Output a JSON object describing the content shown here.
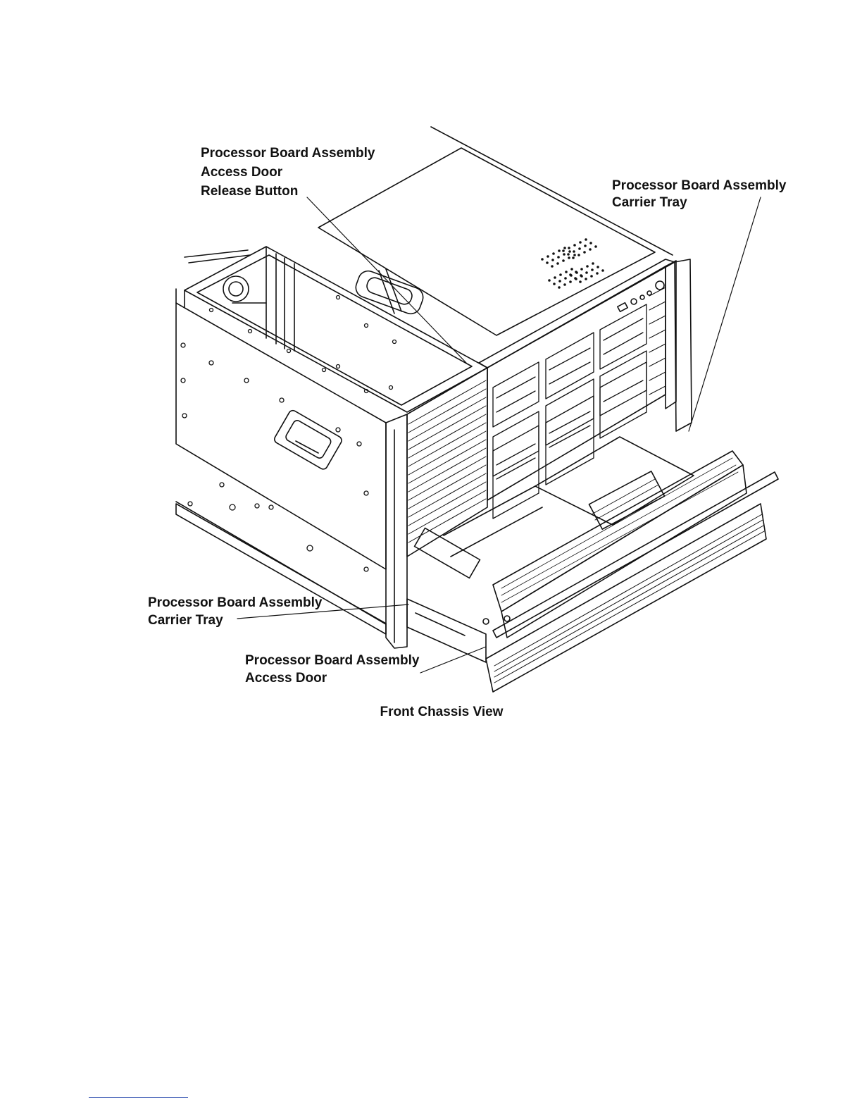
{
  "figure": {
    "title": "Front Chassis View",
    "callouts": {
      "release_button": [
        "Processor Board Assembly",
        "Access Door",
        "Release Button"
      ],
      "carrier_tray_right": [
        "Processor Board Assembly",
        "Carrier Tray"
      ],
      "carrier_tray_left": [
        "Processor Board Assembly",
        "Carrier Tray"
      ],
      "access_door": [
        "Processor Board Assembly",
        "Access Door"
      ]
    }
  },
  "colors": {
    "line": "#111111",
    "paper": "#ffffff",
    "footer_rule": "#3050b0"
  }
}
